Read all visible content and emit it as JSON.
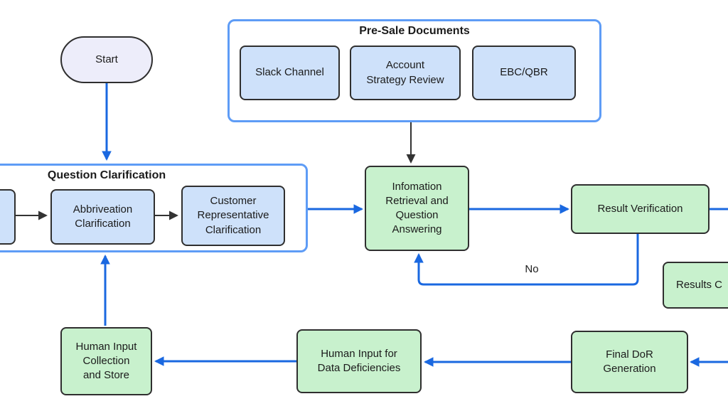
{
  "colors": {
    "container_border": "#5E9CF6",
    "arrow_blue": "#1A68E0",
    "arrow_dark": "#333333",
    "blue_node_fill": "#CEE1FA",
    "green_node_fill": "#C8F1CD",
    "start_fill": "#EDEDFA",
    "node_border": "#2F2F2F",
    "text": "#1B1B1B"
  },
  "nodes": {
    "start": "Start",
    "clipped_left": "",
    "abbreviation_clarification": "Abbriveation\nClarification",
    "customer_representative": "Customer\nRepresentative\nClarification",
    "info_retrieval": "Infomation\nRetrieval and\nQuestion\nAnswering",
    "result_verification": "Result Verification",
    "results_clipped": "Results C",
    "final_dor": "Final DoR\nGeneration",
    "human_input_deficiencies": "Human Input for\nData Deficiencies",
    "human_input_collection": "Human Input\nCollection\nand Store"
  },
  "containers": {
    "presale": {
      "title": "Pre-Sale Documents",
      "items": {
        "slack": "Slack Channel",
        "account_strategy": "Account\nStrategy Review",
        "ebc_qbr": "EBC/QBR"
      }
    },
    "question_clarification": {
      "title": "Question Clarification"
    }
  },
  "edge_labels": {
    "no": "No"
  }
}
